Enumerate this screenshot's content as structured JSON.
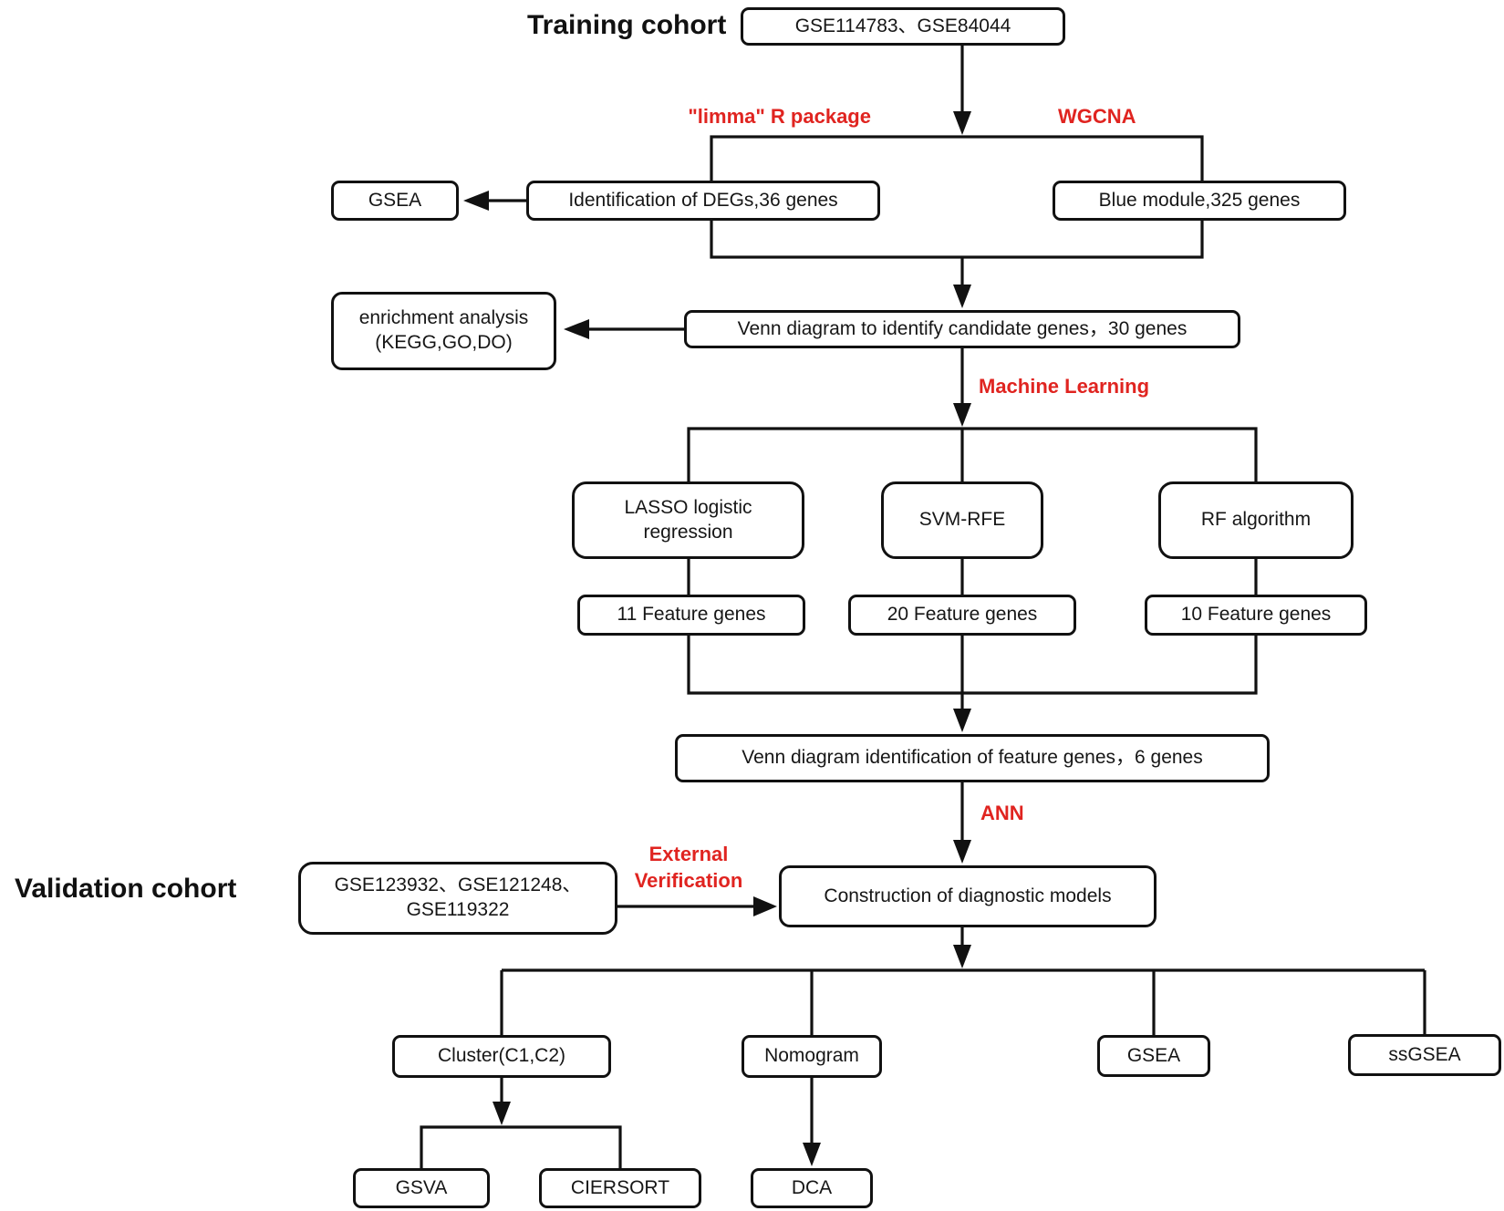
{
  "colors": {
    "line": "#111111",
    "red_accent": "#e02420",
    "box_background": "#ffffff"
  },
  "labels": {
    "training_cohort": "Training cohort",
    "limma": "\"limma\" R package",
    "wgcna": "WGCNA",
    "machine_learning": "Machine Learning",
    "ann": "ANN",
    "external_verification_line1": "External",
    "external_verification_line2": "Verification",
    "validation_cohort": "Validation cohort"
  },
  "nodes": {
    "training_datasets": "GSE114783、GSE84044",
    "gsea_top": "GSEA",
    "degs": "Identification of DEGs,36 genes",
    "blue_module": "Blue module,325 genes",
    "enrichment_line1": "enrichment analysis",
    "enrichment_line2": "(KEGG,GO,DO)",
    "venn_candidate": "Venn diagram to identify candidate genes，30 genes",
    "lasso_line1": "LASSO logistic",
    "lasso_line2": "regression",
    "svm_rfe": "SVM-RFE",
    "rf_algorithm": "RF algorithm",
    "lasso_features": "11 Feature genes",
    "svm_features": "20 Feature genes",
    "rf_features": "10 Feature genes",
    "venn_feature": "Venn diagram identification of feature genes，6 genes",
    "validation_datasets_line1": "GSE123932、GSE121248、",
    "validation_datasets_line2": "GSE119322",
    "construction": "Construction of diagnostic models",
    "cluster": "Cluster(C1,C2)",
    "nomogram": "Nomogram",
    "gsea_bottom": "GSEA",
    "ssgsea": "ssGSEA",
    "gsva": "GSVA",
    "ciersort": "CIERSORT",
    "dca": "DCA"
  }
}
